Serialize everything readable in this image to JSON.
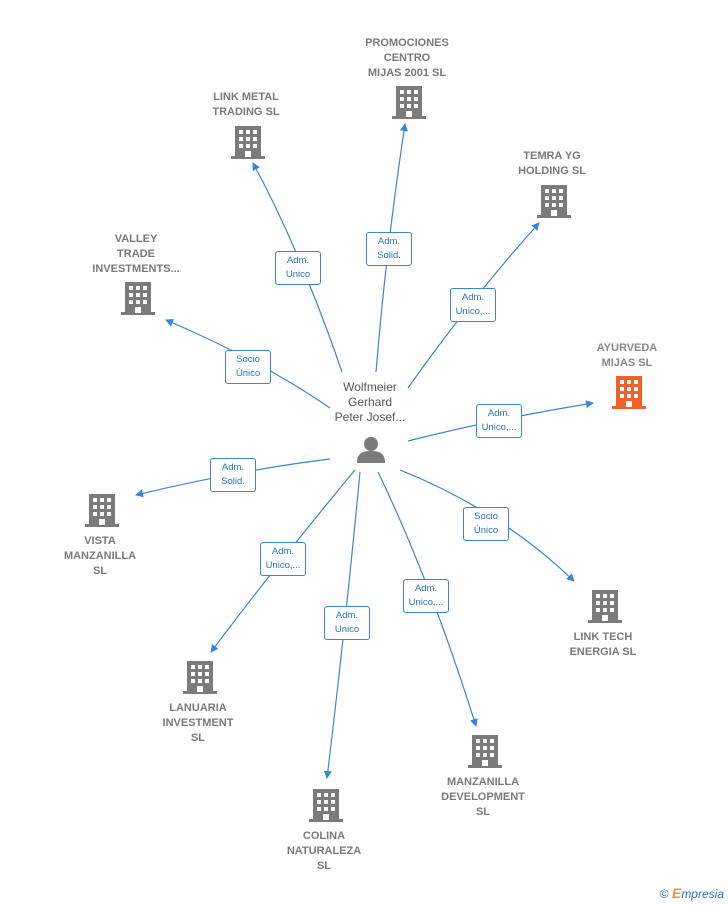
{
  "center": {
    "label": "Wolfmeier\nGerhard\nPeter Josef..."
  },
  "colors": {
    "edge": "#3a86d4",
    "building": "#7b7b7b",
    "highlight": "#f0602a"
  },
  "companies": [
    {
      "id": "promociones",
      "label": "PROMOCIONES\nCENTRO\nMIJAS 2001 SL",
      "role": "Adm.\nSolid.",
      "highlight": false
    },
    {
      "id": "link-metal",
      "label": "LINK METAL\nTRADING  SL",
      "role": "Adm.\nUnico",
      "highlight": false
    },
    {
      "id": "temra",
      "label": "TEMRA YG\nHOLDING  SL",
      "role": "Adm.\nUnico,...",
      "highlight": false
    },
    {
      "id": "valley",
      "label": "VALLEY\nTRADE\nINVESTMENTS...",
      "role": "Socio\nÚnico",
      "highlight": false
    },
    {
      "id": "ayurveda",
      "label": "AYURVEDA\nMIJAS  SL",
      "role": "Adm.\nUnico,...",
      "highlight": true
    },
    {
      "id": "vista",
      "label": "VISTA\nMANZANILLA\nSL",
      "role": "Adm.\nSolid.",
      "highlight": false
    },
    {
      "id": "link-tech",
      "label": "LINK TECH\nENERGIA  SL",
      "role": "Socio\nÚnico",
      "highlight": false
    },
    {
      "id": "lanuaria",
      "label": "LANUARIA\nINVESTMENT\nSL",
      "role": "Adm.\nUnico,...",
      "highlight": false
    },
    {
      "id": "manzanilla",
      "label": "MANZANILLA\nDEVELOPMENT\nSL",
      "role": "Adm.\nUnico,...",
      "highlight": false
    },
    {
      "id": "colina",
      "label": "COLINA\nNATURALEZA\nSL",
      "role": "Adm.\nUnico",
      "highlight": false
    }
  ],
  "footer": {
    "copyright": "©",
    "brand_initial": "E",
    "brand_rest": "mpresia"
  }
}
